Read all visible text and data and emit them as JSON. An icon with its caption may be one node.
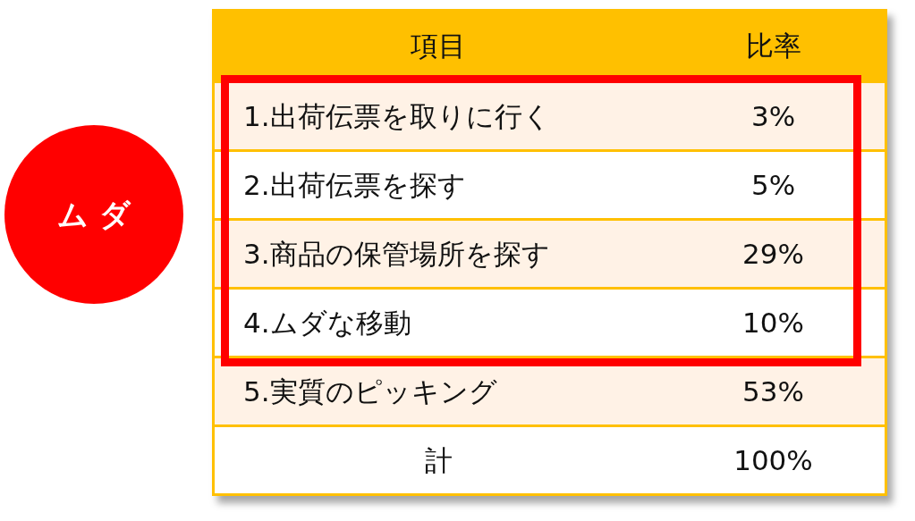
{
  "diagram": {
    "nodes": [
      {
        "text": [
          "ム ダ"
        ]
      }
    ],
    "labels": [
      "項目",
      "比率",
      "1.出荷伝票を取りに行く",
      "3%",
      "2.出荷伝票を探す",
      "5%",
      "3.商品の保管場所を探す",
      "29%",
      "4.ムダな移動",
      "10%",
      "5.実質のピッキング",
      "53%",
      "計",
      "100%"
    ]
  }
}
